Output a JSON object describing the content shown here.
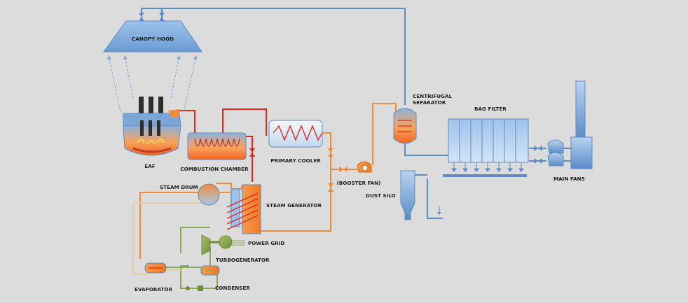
{
  "labels": {
    "canopy_hood": "CANOPY HOOD",
    "eaf": "EAF",
    "combustion_chamber": "COMBUSTION CHAMBER",
    "primary_cooler": "PRIMARY COOLER",
    "booster_fan": "(BOOSTER FAN)",
    "centrifugal_line1": "CENTRIFUGAL",
    "centrifugal_line2": "SEPARATOR",
    "bag_filter": "BAG FILTER",
    "main_fans": "MAIN FANS",
    "dust_silo": "DUST  SILO",
    "steam_drum": "STEAM DRUM",
    "steam_generator": "STEAM GENERATOR",
    "power_grid": "POWER GRID",
    "turbogenerator": "TURBOGENERATOR",
    "evaporator": "EVAPORATOR",
    "condenser": "CONDENSER"
  },
  "colors": {
    "background": "#dcdcdc",
    "duct_blue": "#5b8cc8",
    "equipment_blue": "#8fb8e4",
    "hot_red": "#e0281e",
    "steam_orange": "#f08c3a",
    "water_green": "#8aaa52",
    "flame_orange": "#f26522"
  }
}
